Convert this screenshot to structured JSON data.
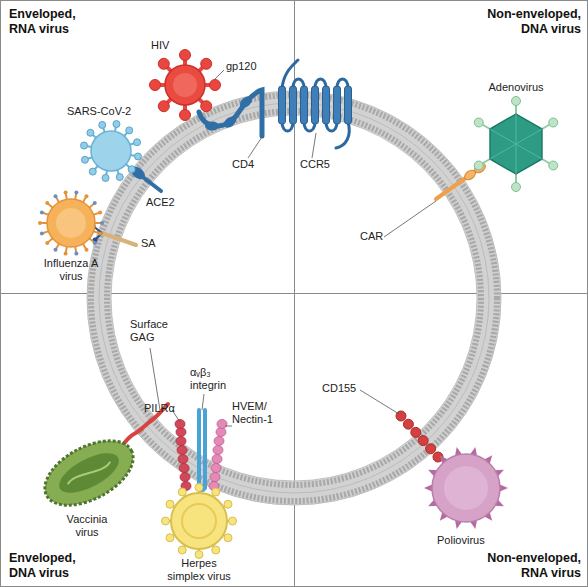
{
  "diagram": {
    "nodes": [
      {
        "text": [
          "Enveloped, RNA virus"
        ]
      },
      {
        "text": [
          "HIV"
        ],
        "in": 0
      },
      {
        "text": [
          "SARS-CoV-2"
        ],
        "in": 0
      },
      {
        "text": [
          "Influenza A virus"
        ],
        "in": 0
      },
      {
        "text": [
          "Non-enveloped, DNA virus"
        ]
      },
      {
        "text": [
          "Adenovirus"
        ],
        "in": 4
      },
      {
        "text": [
          "Enveloped, DNA virus"
        ]
      },
      {
        "text": [
          "Vaccinia virus"
        ],
        "in": 6
      },
      {
        "text": [
          "Herpes simplex virus"
        ],
        "in": 6
      },
      {
        "text": [
          "Non-enveloped, RNA virus"
        ]
      },
      {
        "text": [
          "Poliovirus"
        ],
        "in": 9
      }
    ],
    "labels": [
      "gp120",
      "CCR5",
      "CD4",
      "ACE2",
      "SA",
      "CAR",
      "Surface GAG",
      "αᵥβ₃ integrin",
      "PILRα",
      "HVEM/ Nectin-1",
      "CD155"
    ]
  }
}
